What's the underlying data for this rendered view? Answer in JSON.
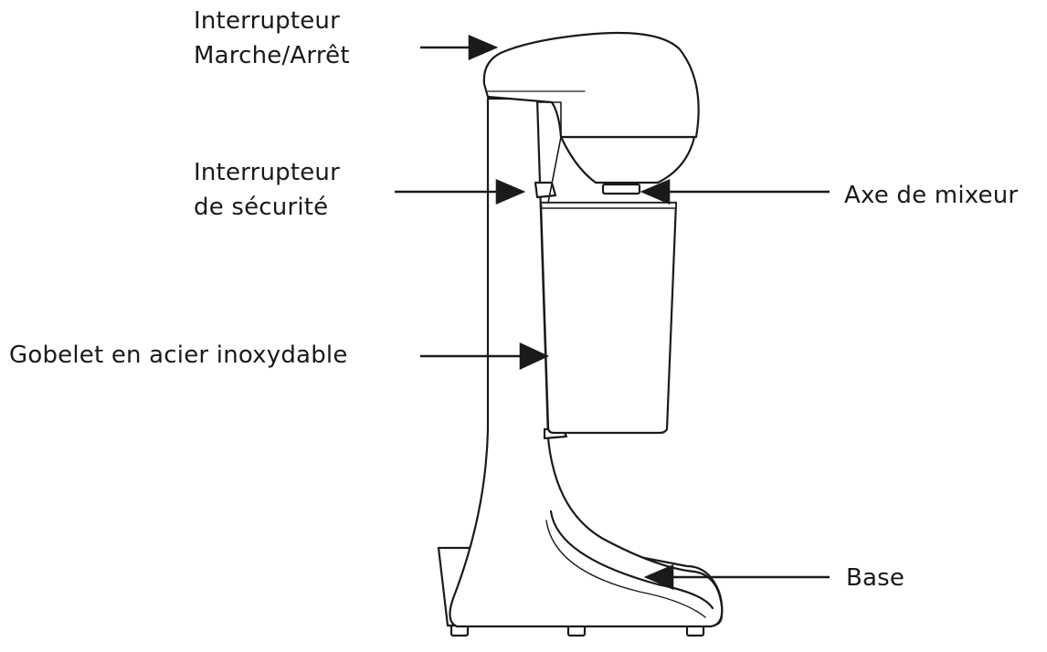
{
  "labels": {
    "on_off_switch": [
      "Interrupteur",
      "Marche/Arrêt"
    ],
    "safety_switch": [
      "Interrupteur",
      "de sécurité"
    ],
    "cup": "Gobelet en acier inoxydable",
    "mixer_shaft": "Axe de mixeur",
    "base": "Base"
  },
  "colors": {
    "line": "#1a1a1a",
    "fill": "#ffffff"
  }
}
